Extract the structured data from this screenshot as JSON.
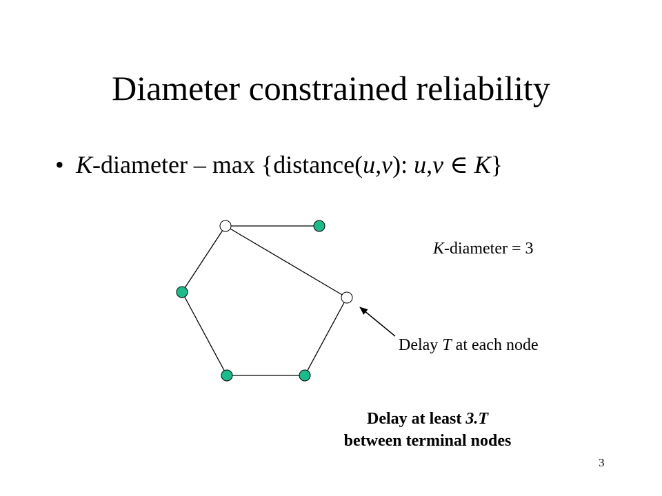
{
  "slide": {
    "title": "Diameter constrained reliability",
    "bullet": {
      "symbol": "•",
      "term": "K",
      "text_after_term": "-diameter – max {distance(",
      "var_u": "u",
      "comma1": ",",
      "var_v": "v",
      "close_paren": "): ",
      "var_u2": "u",
      "comma2": ",",
      "var_v2": "v",
      "element_of": " ∈ ",
      "set_name": "K",
      "close_brace": "}"
    },
    "diameter_label": {
      "term": "K",
      "rest": "-diameter = 3"
    },
    "delay_label": {
      "prefix": "Delay ",
      "var": "T",
      "suffix": " at each node"
    },
    "note": {
      "line1_prefix": "Delay at least ",
      "line1_value": "3.T",
      "line2": "between terminal nodes"
    },
    "slide_number": "3"
  },
  "graph": {
    "colors": {
      "terminal_fill": "#1abc8c",
      "steiner_fill": "#ffffff",
      "stroke": "#000000"
    },
    "nodes": [
      {
        "id": "top-left",
        "terminal": false
      },
      {
        "id": "top-right",
        "terminal": true
      },
      {
        "id": "right",
        "terminal": false
      },
      {
        "id": "left",
        "terminal": true
      },
      {
        "id": "bottom-left",
        "terminal": true
      },
      {
        "id": "bottom-right",
        "terminal": true
      }
    ],
    "edges": [
      [
        "top-left",
        "top-right"
      ],
      [
        "top-left",
        "right"
      ],
      [
        "top-left",
        "left"
      ],
      [
        "left",
        "bottom-left"
      ],
      [
        "bottom-left",
        "bottom-right"
      ],
      [
        "bottom-right",
        "right"
      ]
    ]
  }
}
